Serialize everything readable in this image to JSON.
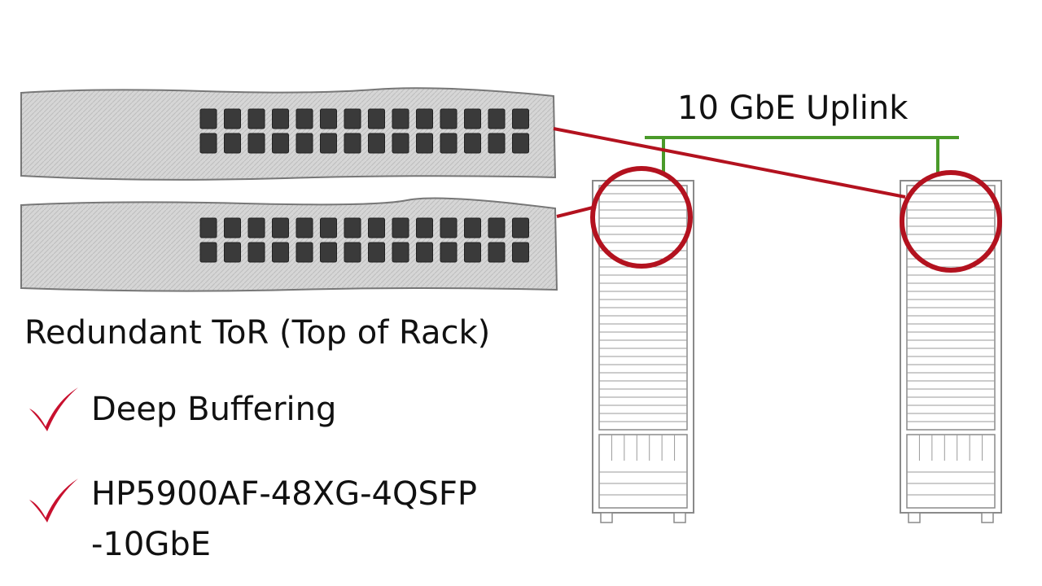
{
  "uplink_label": "10 GbE Uplink",
  "tor_heading": "Redundant ToR (Top of Rack)",
  "bullets": [
    {
      "icon": "checkmark-icon",
      "lines": [
        "Deep Buffering"
      ]
    },
    {
      "icon": "checkmark-icon",
      "lines": [
        "HP5900AF-48XG-4QSFP",
        "-10GbE"
      ]
    }
  ],
  "colors": {
    "red_link": "#b3121f",
    "green_uplink": "#4a9a2a",
    "switch_body": "#d4d4d4",
    "port": "#3a3a3a",
    "rack_stroke": "#8a8a8a"
  }
}
